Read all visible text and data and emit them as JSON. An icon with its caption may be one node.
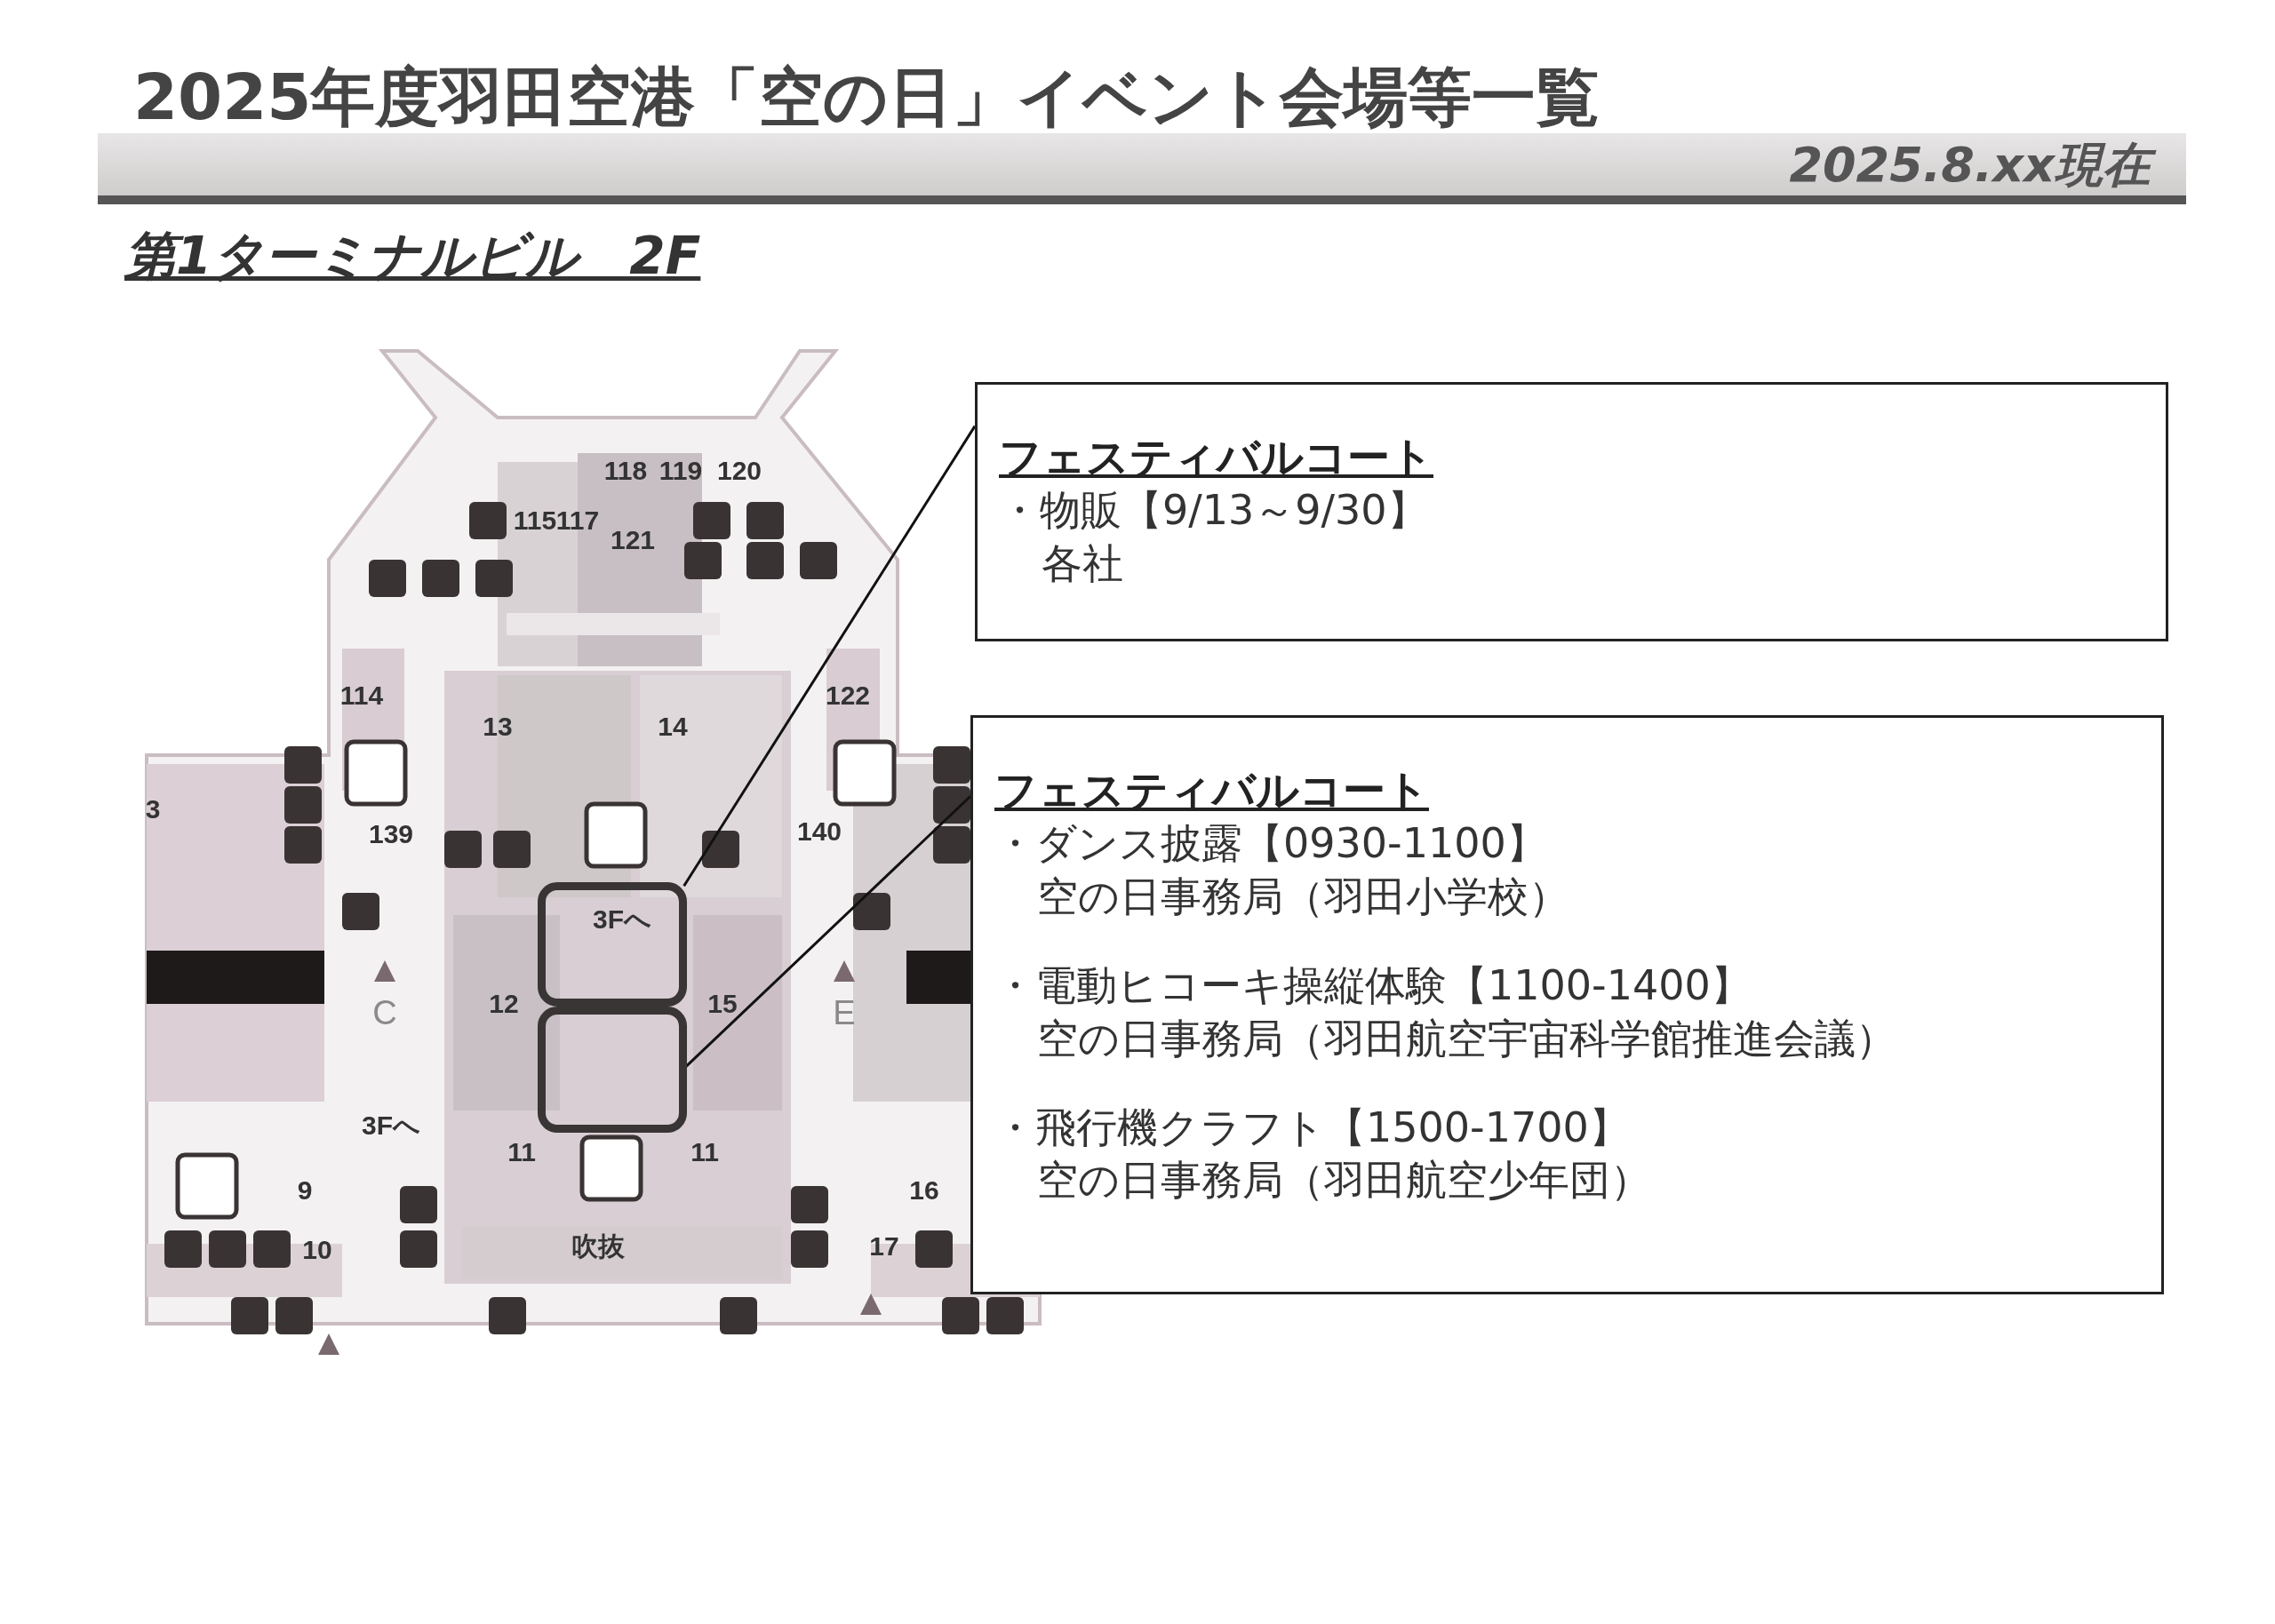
{
  "diagram": {
    "title": "2025年度羽田空港「空の日」イベント会場等一覧",
    "nodes": [
      {
        "text": [
          "フェスティバルコート",
          "・物販【9/13～9/30】",
          "各社"
        ]
      },
      {
        "text": [
          "フェスティバルコート",
          "・ダンス披露【0930-1100】",
          "空の日事務局（羽田小学校）",
          "・電動ヒコーキ操縦体験【1100-1400】",
          "空の日事務局（羽田航空宇宙科学館推進会議）",
          "・飛行機クラフト【1500-1700】",
          "空の日事務局（羽田航空少年団）"
        ]
      },
      {
        "text": [],
        "shape": "box"
      },
      {
        "text": [],
        "shape": "box"
      }
    ],
    "edges": [
      {
        "from": 0,
        "to": 2,
        "arrow": "none"
      },
      {
        "from": 1,
        "to": 3,
        "arrow": "none"
      }
    ],
    "labels": [
      "2025.8.xx現在",
      "第1ターミナルビル　2F",
      "118",
      "119",
      "120",
      "115",
      "117",
      "121",
      "114",
      "13",
      "14",
      "122",
      "3",
      "139",
      "140",
      "3Fへ",
      "12",
      "15",
      "C",
      "E",
      "3Fへ",
      "11",
      "11",
      "9",
      "16",
      "10",
      "17",
      "吹抜"
    ]
  }
}
